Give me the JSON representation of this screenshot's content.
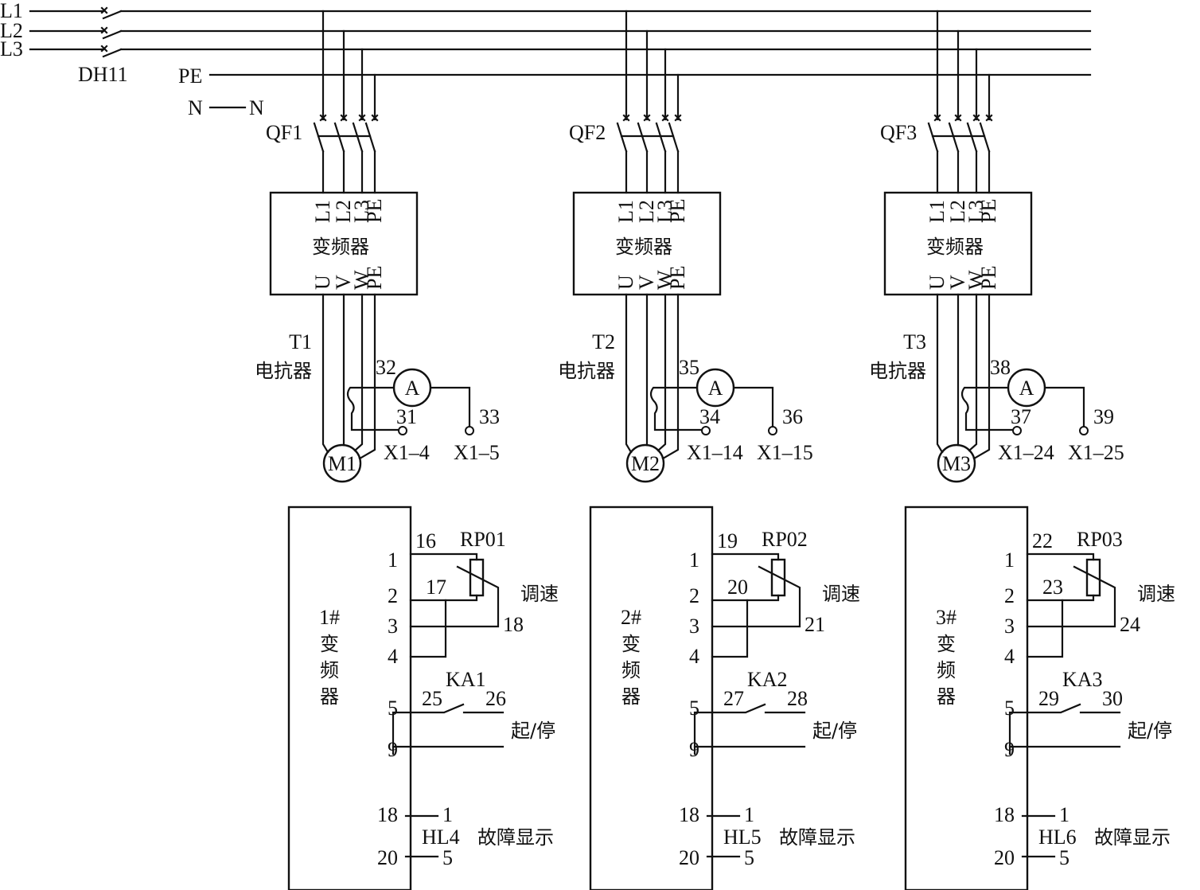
{
  "title": "三台变频器控制电路",
  "bus": {
    "lines": [
      "L1",
      "L2",
      "L3"
    ],
    "pe_label": "PE",
    "n_left": "N",
    "n_right": "N",
    "main_switch": "DH11"
  },
  "drives": [
    {
      "breaker": "QF1",
      "inverter_label": "变频器",
      "inputs": [
        "L1",
        "L2",
        "L3",
        "PE"
      ],
      "outputs": [
        "U",
        "V",
        "W",
        "PE"
      ],
      "reactor_id": "T1",
      "reactor_label": "电抗器",
      "motor": "M1",
      "ammeter": "A",
      "wire_ammeter_in": "32",
      "wire_left_term": "31",
      "wire_right_term": "33",
      "term_left": "X1–4",
      "term_right": "X1–5",
      "ctrl_title": [
        "1#",
        "变",
        "频",
        "器"
      ],
      "pot": "RP01",
      "pot_wires": [
        "16",
        "17",
        "18"
      ],
      "speed_label": "调速",
      "relay": "KA1",
      "relay_wires": [
        "25",
        "26"
      ],
      "start_stop_label": "起/停",
      "lamp": "HL4",
      "fault_label": "故障显示",
      "ctrl_terminals": [
        "1",
        "2",
        "3",
        "4",
        "5",
        "9",
        "18",
        "20"
      ],
      "lamp_pins": [
        "1",
        "5"
      ]
    },
    {
      "breaker": "QF2",
      "inverter_label": "变频器",
      "inputs": [
        "L1",
        "L2",
        "L3",
        "PE"
      ],
      "outputs": [
        "U",
        "V",
        "W",
        "PE"
      ],
      "reactor_id": "T2",
      "reactor_label": "电抗器",
      "motor": "M2",
      "ammeter": "A",
      "wire_ammeter_in": "35",
      "wire_left_term": "34",
      "wire_right_term": "36",
      "term_left": "X1–14",
      "term_right": "X1–15",
      "ctrl_title": [
        "2#",
        "变",
        "频",
        "器"
      ],
      "pot": "RP02",
      "pot_wires": [
        "19",
        "20",
        "21"
      ],
      "speed_label": "调速",
      "relay": "KA2",
      "relay_wires": [
        "27",
        "28"
      ],
      "start_stop_label": "起/停",
      "lamp": "HL5",
      "fault_label": "故障显示",
      "ctrl_terminals": [
        "1",
        "2",
        "3",
        "4",
        "5",
        "9",
        "18",
        "20"
      ],
      "lamp_pins": [
        "1",
        "5"
      ]
    },
    {
      "breaker": "QF3",
      "inverter_label": "变频器",
      "inputs": [
        "L1",
        "L2",
        "L3",
        "PE"
      ],
      "outputs": [
        "U",
        "V",
        "W",
        "PE"
      ],
      "reactor_id": "T3",
      "reactor_label": "电抗器",
      "motor": "M3",
      "ammeter": "A",
      "wire_ammeter_in": "38",
      "wire_left_term": "37",
      "wire_right_term": "39",
      "term_left": "X1–24",
      "term_right": "X1–25",
      "ctrl_title": [
        "3#",
        "变",
        "频",
        "器"
      ],
      "pot": "RP03",
      "pot_wires": [
        "22",
        "23",
        "24"
      ],
      "speed_label": "调速",
      "relay": "KA3",
      "relay_wires": [
        "29",
        "30"
      ],
      "start_stop_label": "起/停",
      "lamp": "HL6",
      "fault_label": "故障显示",
      "ctrl_terminals": [
        "1",
        "2",
        "3",
        "4",
        "5",
        "9",
        "18",
        "20"
      ],
      "lamp_pins": [
        "1",
        "5"
      ]
    }
  ]
}
